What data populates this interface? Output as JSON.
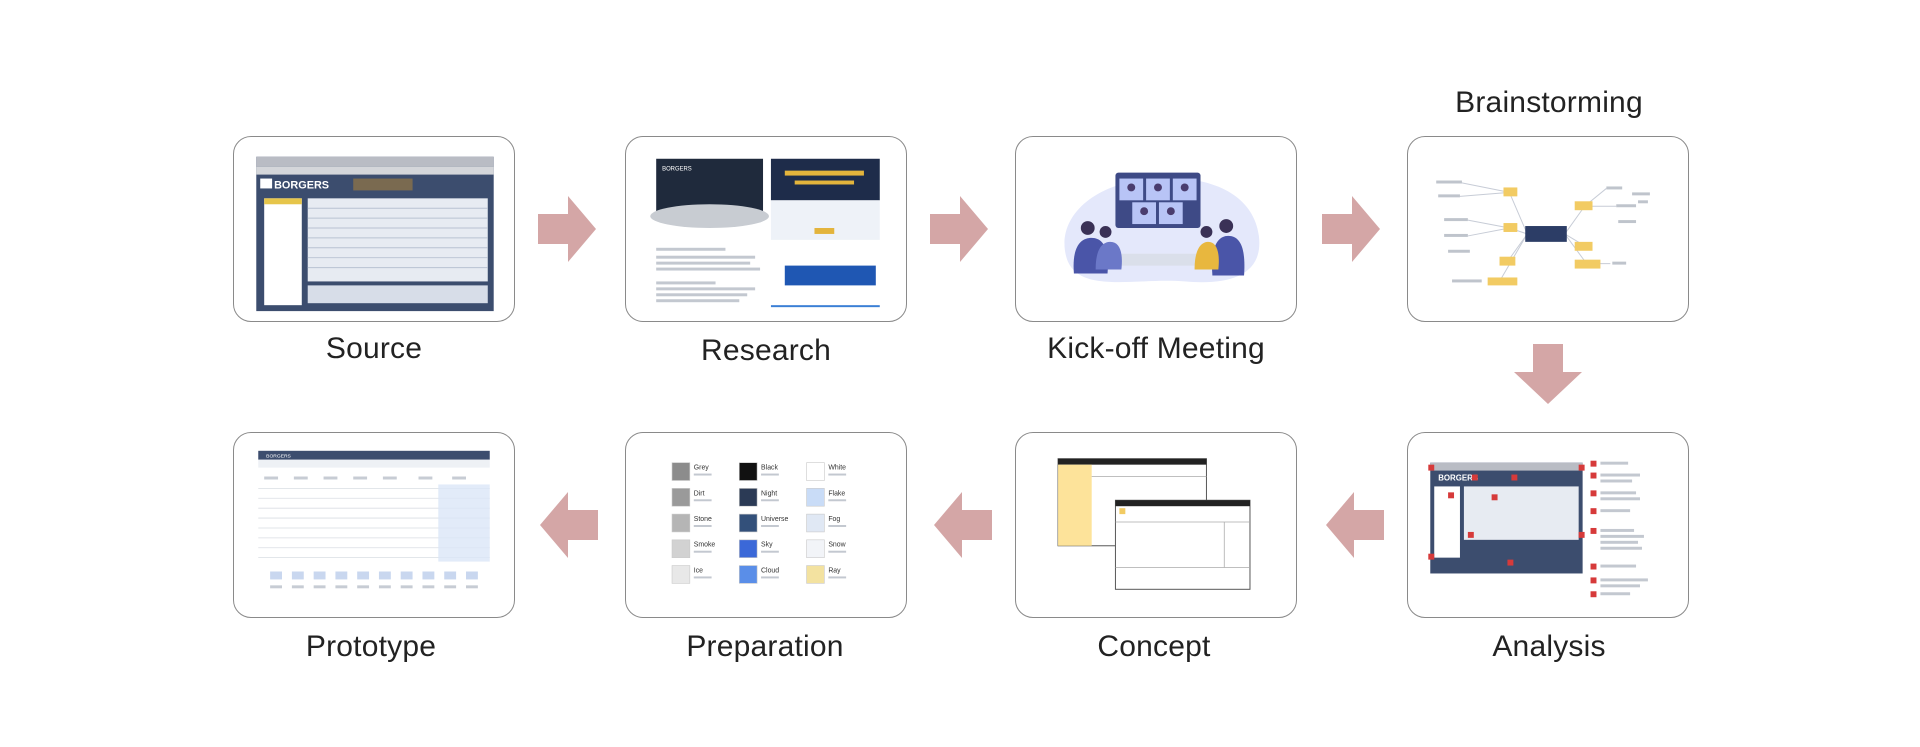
{
  "steps": [
    {
      "id": "source",
      "label": "Source",
      "thumb_text": "BORGERS"
    },
    {
      "id": "research",
      "label": "Research",
      "thumb_text": "BORGERS"
    },
    {
      "id": "kickoff",
      "label": "Kick-off Meeting"
    },
    {
      "id": "brainstorming",
      "label": "Brainstorming"
    },
    {
      "id": "analysis",
      "label": "Analysis",
      "thumb_text": "BORGERS"
    },
    {
      "id": "concept",
      "label": "Concept"
    },
    {
      "id": "preparation",
      "label": "Preparation",
      "swatches": [
        {
          "name": "Grey",
          "color": "#8c8c8c"
        },
        {
          "name": "Black",
          "color": "#111111"
        },
        {
          "name": "White",
          "color": "#ffffff"
        },
        {
          "name": "Dirt",
          "color": "#9a9a9a"
        },
        {
          "name": "Night",
          "color": "#2b3a55"
        },
        {
          "name": "Flake",
          "color": "#c9dcf7"
        },
        {
          "name": "Stone",
          "color": "#b5b5b5"
        },
        {
          "name": "Universe",
          "color": "#33507a"
        },
        {
          "name": "Fog",
          "color": "#e0e8f4"
        },
        {
          "name": "Smoke",
          "color": "#d2d2d2"
        },
        {
          "name": "Sky",
          "color": "#3b68d8"
        },
        {
          "name": "Snow",
          "color": "#f2f4f8"
        },
        {
          "name": "Ice",
          "color": "#e8e8e8"
        },
        {
          "name": "Cloud",
          "color": "#5a8ee8"
        },
        {
          "name": "Ray",
          "color": "#f3e2a0"
        }
      ]
    },
    {
      "id": "prototype",
      "label": "Prototype",
      "thumb_text": "BORGERS"
    }
  ],
  "colors": {
    "arrow": "#d4a6a6",
    "card_border": "#8a8a8a",
    "label": "#222222"
  }
}
